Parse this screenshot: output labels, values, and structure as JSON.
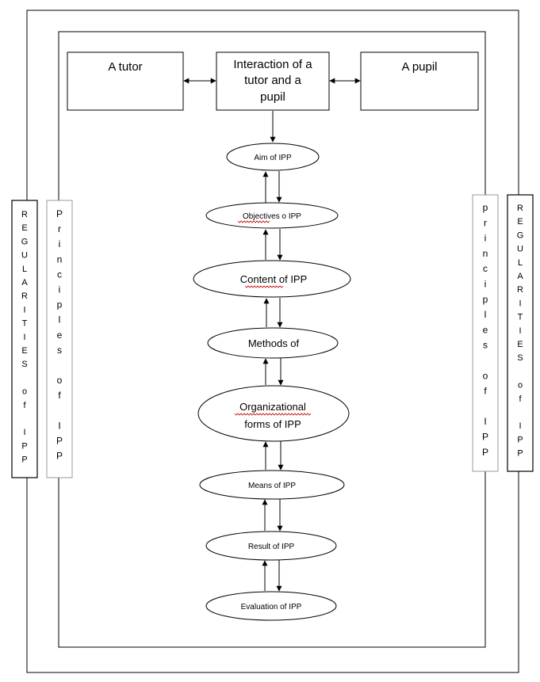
{
  "top_boxes": {
    "tutor": "A tutor",
    "interaction": [
      "Interaction of a",
      "tutor and a",
      "pupil"
    ],
    "pupil": "A pupil"
  },
  "chain": [
    {
      "id": "aim",
      "lines": [
        "Aim of IPP"
      ]
    },
    {
      "id": "objectives",
      "lines": [
        "Objectives o IPP"
      ]
    },
    {
      "id": "content",
      "lines": [
        "Content of IPP"
      ]
    },
    {
      "id": "methods",
      "lines": [
        "Methods of"
      ]
    },
    {
      "id": "forms",
      "lines": [
        "Organizational",
        "forms of IPP"
      ]
    },
    {
      "id": "means",
      "lines": [
        "Means of IPP"
      ]
    },
    {
      "id": "result",
      "lines": [
        "Result of IPP"
      ]
    },
    {
      "id": "evaluation",
      "lines": [
        "Evaluation of IPP"
      ]
    }
  ],
  "side_bars": {
    "left_outer": [
      "R",
      "E",
      "G",
      "U",
      "L",
      "A",
      "R",
      "I",
      "T",
      "I",
      "E",
      "S",
      "",
      "o",
      "f",
      "",
      "I",
      "P",
      "P"
    ],
    "left_inner": [
      "P",
      "r",
      "i",
      "n",
      "c",
      "i",
      "p",
      "l",
      "e",
      "s",
      "",
      "o",
      "f",
      "",
      "I",
      "P",
      "P"
    ],
    "right_inner": [
      "p",
      "r",
      "i",
      "n",
      "c",
      "i",
      "p",
      "l",
      "e",
      "s",
      "",
      "o",
      "f",
      "",
      "I",
      "P",
      "P"
    ],
    "right_outer": [
      "R",
      "E",
      "G",
      "U",
      "L",
      "A",
      "R",
      "I",
      "T",
      "I",
      "E",
      "S",
      "",
      "o",
      "f",
      "",
      "I",
      "P",
      "P"
    ]
  }
}
